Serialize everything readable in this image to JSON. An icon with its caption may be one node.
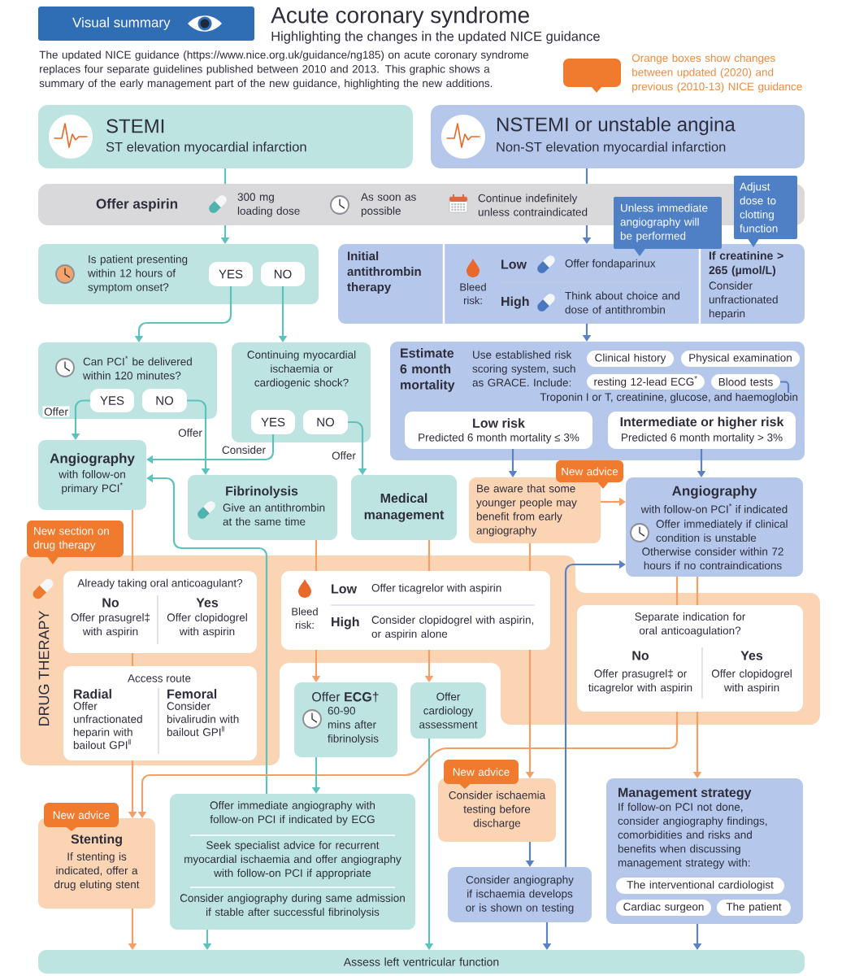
{
  "diagram": {
    "title": "Acute coronary syndrome",
    "nodes": [
      {
        "text": [
          "Visual summary"
        ]
      },
      {
        "text": [
          "STEMI",
          "ST elevation myocardial infarction"
        ]
      },
      {
        "text": [
          "NSTEMI or unstable angina",
          "Non-ST elevation myocardial infarction"
        ]
      },
      {
        "text": [
          "Offer aspirin",
          "300 mg loading dose",
          "As soon as possible",
          "Continue indefinitely unless contraindicated"
        ]
      },
      {
        "text": [
          "Unless immediate angiography will be performed"
        ]
      },
      {
        "text": [
          "Adjust dose to clotting function"
        ]
      },
      {
        "text": [
          "Is patient presenting within 12 hours of symptom onset?"
        ]
      },
      {
        "text": [
          "YES"
        ],
        "in": 6
      },
      {
        "text": [
          "NO"
        ],
        "in": 6
      },
      {
        "text": [
          "Initial antithrombin therapy",
          "Bleed risk:",
          "Low",
          "Offer fondaparinux",
          "High",
          "Think about choice and dose of antithrombin",
          "If creatinine > 265 (µmol/L)",
          "Consider unfractionated heparin"
        ]
      },
      {
        "text": [
          "Can PCI$^{*}$ be delivered within 120 minutes?"
        ]
      },
      {
        "text": [
          "YES"
        ],
        "in": 10
      },
      {
        "text": [
          "NO"
        ],
        "in": 10
      },
      {
        "text": [
          "Continuing myocardial ischaemia or cardiogenic shock?"
        ]
      },
      {
        "text": [
          "YES"
        ],
        "in": 13
      },
      {
        "text": [
          "NO"
        ],
        "in": 13
      },
      {
        "text": [
          "Estimate 6 month mortality",
          "Use established risk scoring system, such as GRACE. Include:"
        ]
      },
      {
        "text": [
          "Clinical history"
        ],
        "in": 16
      },
      {
        "text": [
          "Physical examination"
        ],
        "in": 16
      },
      {
        "text": [
          "resting 12-lead ECG$^{*}$"
        ],
        "in": 16
      },
      {
        "text": [
          "Blood tests"
        ],
        "in": 16
      },
      {
        "text": [
          "Troponin I or T, creatinine, glucose, and haemoglobin"
        ],
        "in": 16
      },
      {
        "text": [
          "Low risk",
          "Predicted 6 month mortality ≤ 3%"
        ],
        "in": 16
      },
      {
        "text": [
          "Intermediate or higher risk",
          "Predicted 6 month mortality > 3%"
        ],
        "in": 16
      },
      {
        "text": [
          "Angiography",
          "with follow-on primary PCI$^{*}$"
        ]
      },
      {
        "text": [
          "Fibrinolysis",
          "Give an antithrombin at the same time"
        ]
      },
      {
        "text": [
          "Medical management"
        ]
      },
      {
        "text": [
          "Be aware that some younger people may benefit from early angiography"
        ]
      },
      {
        "text": [
          "New advice"
        ]
      },
      {
        "text": [
          "Angiography",
          "with follow-on PCI$^{*}$ if indicated",
          "Offer immediately if clinical condition is unstable",
          "Otherwise consider within 72 hours if no contraindications"
        ]
      },
      {
        "text": [
          "New section on drug therapy"
        ]
      },
      {
        "text": [
          "DRUG THERAPY"
        ]
      },
      {
        "text": [
          "Already taking oral anticoagulant?",
          "No",
          "Offer prasugrel‡ with aspirin",
          "Yes",
          "Offer clopidogrel with aspirin"
        ],
        "in": 31
      },
      {
        "text": [
          "Access route",
          "Radial",
          "Offer unfractionated heparin with bailout GPI$^{‖}$",
          "Femoral",
          "Consider bivalirudin with bailout GPI$^{‖}$"
        ],
        "in": 31
      },
      {
        "text": [
          "Bleed risk:",
          "Low",
          "Offer ticagrelor with aspirin",
          "High",
          "Consider clopidogrel with aspirin, or aspirin alone"
        ],
        "in": 31
      },
      {
        "text": [
          "Separate indication for oral anticoagulation?",
          "No",
          "Offer prasugrel‡ or ticagrelor with aspirin",
          "Yes",
          "Offer clopidogrel with aspirin"
        ],
        "in": 31
      },
      {
        "text": [
          "Offer **ECG**†",
          "60-90 mins after fibrinolysis"
        ]
      },
      {
        "text": [
          "Offer cardiology assessment"
        ]
      },
      {
        "text": [
          "New advice"
        ]
      },
      {
        "text": [
          "Stenting",
          "If stenting is indicated, offer a drug eluting stent"
        ]
      },
      {
        "text": [
          "Offer immediate angiography with follow-on PCI if indicated by ECG",
          "Seek specialist advice for recurrent myocardial ischaemia and offer angiography with follow-on PCI if appropriate",
          "Consider angiography during same admission if stable after successful fibrinolysis"
        ]
      },
      {
        "text": [
          "New advice"
        ]
      },
      {
        "text": [
          "Consider ischaemia testing before discharge"
        ]
      },
      {
        "text": [
          "Consider angiography if ischaemia develops or is shown on testing"
        ]
      },
      {
        "text": [
          "Management strategy",
          "If follow-on PCI not done, consider angiography findings, comorbidities and risks and benefits when discussing management strategy with:"
        ]
      },
      {
        "text": [
          "The interventional cardiologist"
        ],
        "in": 44
      },
      {
        "text": [
          "Cardiac surgeon"
        ],
        "in": 44
      },
      {
        "text": [
          "The patient"
        ],
        "in": 44
      },
      {
        "text": [
          "Assess left ventricular function"
        ]
      }
    ],
    "edges": [
      {
        "from": 1,
        "to": 3,
        "arrow": "none",
        "color": "#5cc3bc"
      },
      {
        "from": 2,
        "to": 3,
        "arrow": "none",
        "color": "#5b82c2"
      },
      {
        "from": 3,
        "to": 6,
        "arrow": "to",
        "color": "#5cc3bc"
      },
      {
        "from": 3,
        "to": 9,
        "arrow": "to",
        "color": "#5b82c2"
      },
      {
        "from": 7,
        "to": 10,
        "arrow": "to",
        "color": "#5cc3bc"
      },
      {
        "from": 8,
        "to": 13,
        "arrow": "to",
        "color": "#5cc3bc"
      },
      {
        "from": 9,
        "to": 16,
        "arrow": "to",
        "color": "#5b82c2"
      },
      {
        "from": 11,
        "to": 24,
        "arrow": "to",
        "label": "Offer",
        "color": "#5cc3bc"
      },
      {
        "from": 12,
        "to": 25,
        "arrow": "to",
        "label": "Offer",
        "color": "#5cc3bc"
      },
      {
        "from": 14,
        "to": 24,
        "arrow": "to",
        "label": "Consider",
        "color": "#5cc3bc"
      },
      {
        "from": 15,
        "to": 26,
        "arrow": "to",
        "label": "Offer",
        "color": "#5cc3bc"
      },
      {
        "from": 20,
        "to": 21,
        "arrow": "none",
        "color": "#5b82c2"
      },
      {
        "from": 22,
        "to": 27,
        "arrow": "to",
        "color": "#5b82c2"
      },
      {
        "from": 23,
        "to": 29,
        "arrow": "to",
        "color": "#5b82c2"
      },
      {
        "from": 27,
        "to": 29,
        "arrow": "to"
      },
      {
        "from": 40,
        "to": 24,
        "arrow": "to",
        "color": "#5cc3bc"
      },
      {
        "from": 24,
        "to": 32,
        "arrow": "none"
      },
      {
        "from": 32,
        "to": 33,
        "arrow": "none"
      },
      {
        "from": 33,
        "to": 39,
        "arrow": "to"
      },
      {
        "from": 25,
        "to": 34,
        "arrow": "none"
      },
      {
        "from": 26,
        "to": 34,
        "arrow": "none"
      },
      {
        "from": 27,
        "to": 34,
        "arrow": "none"
      },
      {
        "from": 34,
        "to": 36,
        "arrow": "to"
      },
      {
        "from": 34,
        "to": 37,
        "arrow": "to"
      },
      {
        "from": 34,
        "to": 42,
        "arrow": "to"
      },
      {
        "from": 29,
        "to": 35,
        "arrow": "none"
      },
      {
        "from": 29,
        "to": 35,
        "arrow": "none"
      },
      {
        "from": 35,
        "to": 39,
        "arrow": "to"
      },
      {
        "from": 35,
        "to": 44,
        "arrow": "to"
      },
      {
        "from": 36,
        "to": 40,
        "arrow": "to",
        "color": "#5cc3bc"
      },
      {
        "from": 37,
        "to": 48,
        "arrow": "to",
        "color": "#5cc3bc"
      },
      {
        "from": 39,
        "to": 48,
        "arrow": "to"
      },
      {
        "from": 40,
        "to": 48,
        "arrow": "to",
        "color": "#5cc3bc"
      },
      {
        "from": 42,
        "to": 43,
        "arrow": "to",
        "color": "#5b82c2"
      },
      {
        "from": 43,
        "to": 48,
        "arrow": "to",
        "color": "#5b82c2"
      },
      {
        "from": 43,
        "to": 29,
        "arrow": "to",
        "color": "#5b82c2"
      },
      {
        "from": 44,
        "to": 48,
        "arrow": "to",
        "color": "#5b82c2"
      }
    ],
    "labels": [
      "Highlighting the changes in the updated NICE guidance",
      "The updated NICE guidance (https://www.nice.org.uk/guidance/ng185) on acute coronary syndrome replaces four separate guidelines published between 2010 and 2013. This graphic shows a summary of the early management part of the new guidance, highlighting the new additions."
    ],
    "legend": [
      {
        "text": "Orange boxes show changes between updated (2020) and previous (2010-13) NICE guidance",
        "color": "#f07b2f"
      }
    ]
  }
}
